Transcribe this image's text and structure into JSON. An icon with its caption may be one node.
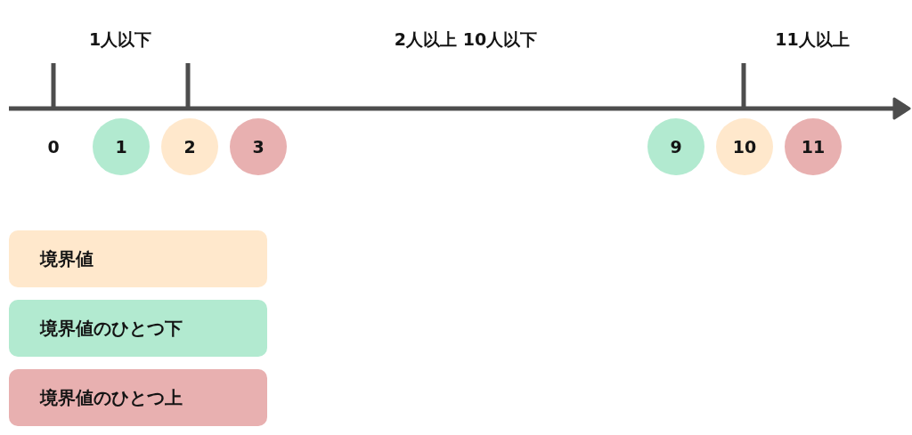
{
  "diagram": {
    "nodes": [
      {
        "text": [
          "1"
        ]
      },
      {
        "text": [
          "2"
        ]
      },
      {
        "text": [
          "3"
        ]
      },
      {
        "text": [
          "9"
        ]
      },
      {
        "text": [
          "10"
        ]
      },
      {
        "text": [
          "11"
        ]
      }
    ],
    "edges": [],
    "labels": [
      "1人以下",
      "2人以上 10人以下",
      "11人以上",
      "0"
    ],
    "legend": [
      {
        "text": "境界値",
        "color": "#ffe8cc"
      },
      {
        "text": "境界値のひとつ下",
        "color": "#b2ead0"
      },
      {
        "text": "境界値のひとつ上",
        "color": "#e8b0b0"
      }
    ]
  }
}
